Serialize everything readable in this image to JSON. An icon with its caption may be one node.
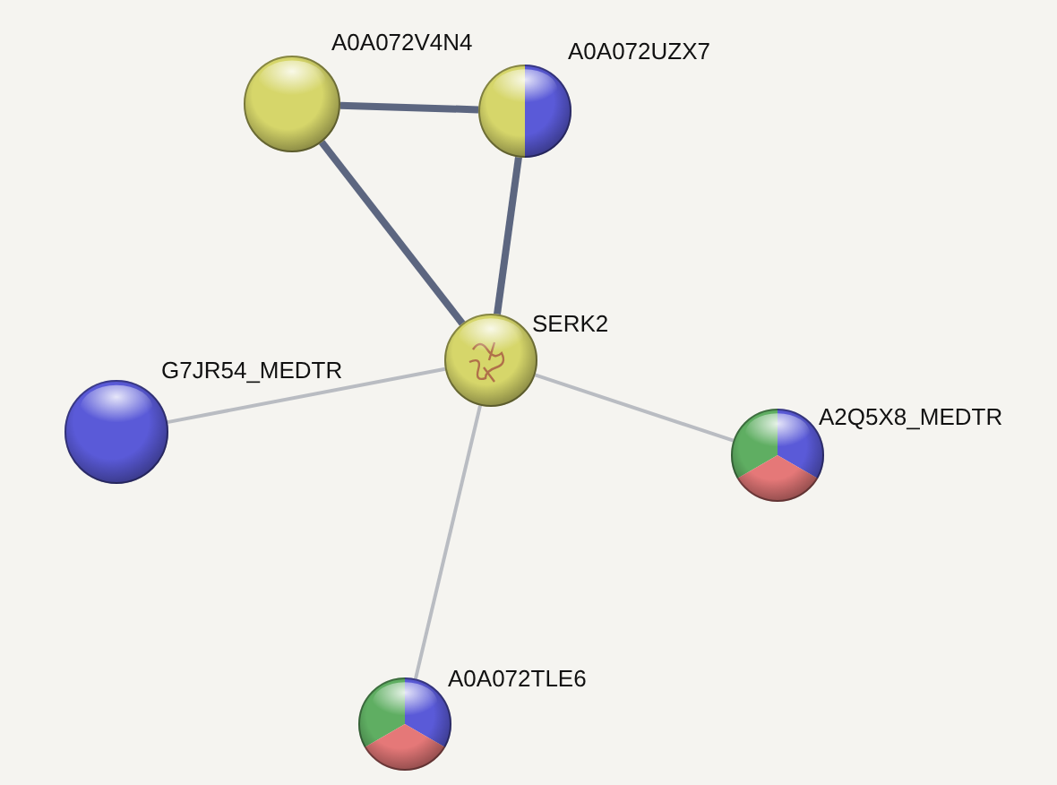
{
  "diagram": {
    "nodes": [
      {
        "text": [
          "A0A072V4N4"
        ]
      },
      {
        "text": [
          "A0A072UZX7"
        ]
      },
      {
        "text": [
          "SERK2"
        ]
      },
      {
        "text": [
          "G7JR54_MEDTR"
        ]
      },
      {
        "text": [
          "A2Q5X8_MEDTR"
        ]
      },
      {
        "text": [
          "A0A072TLE6"
        ]
      }
    ],
    "edges": [
      {
        "from": 0,
        "to": 1,
        "arrow": "none",
        "style": "thick"
      },
      {
        "from": 0,
        "to": 2,
        "arrow": "none",
        "style": "thick"
      },
      {
        "from": 1,
        "to": 2,
        "arrow": "none",
        "style": "thick"
      },
      {
        "from": 3,
        "to": 2,
        "arrow": "none",
        "color": "#b9bcc2"
      },
      {
        "from": 2,
        "to": 4,
        "arrow": "none",
        "color": "#b9bcc2"
      },
      {
        "from": 2,
        "to": 5,
        "arrow": "none",
        "color": "#b9bcc2"
      }
    ]
  }
}
